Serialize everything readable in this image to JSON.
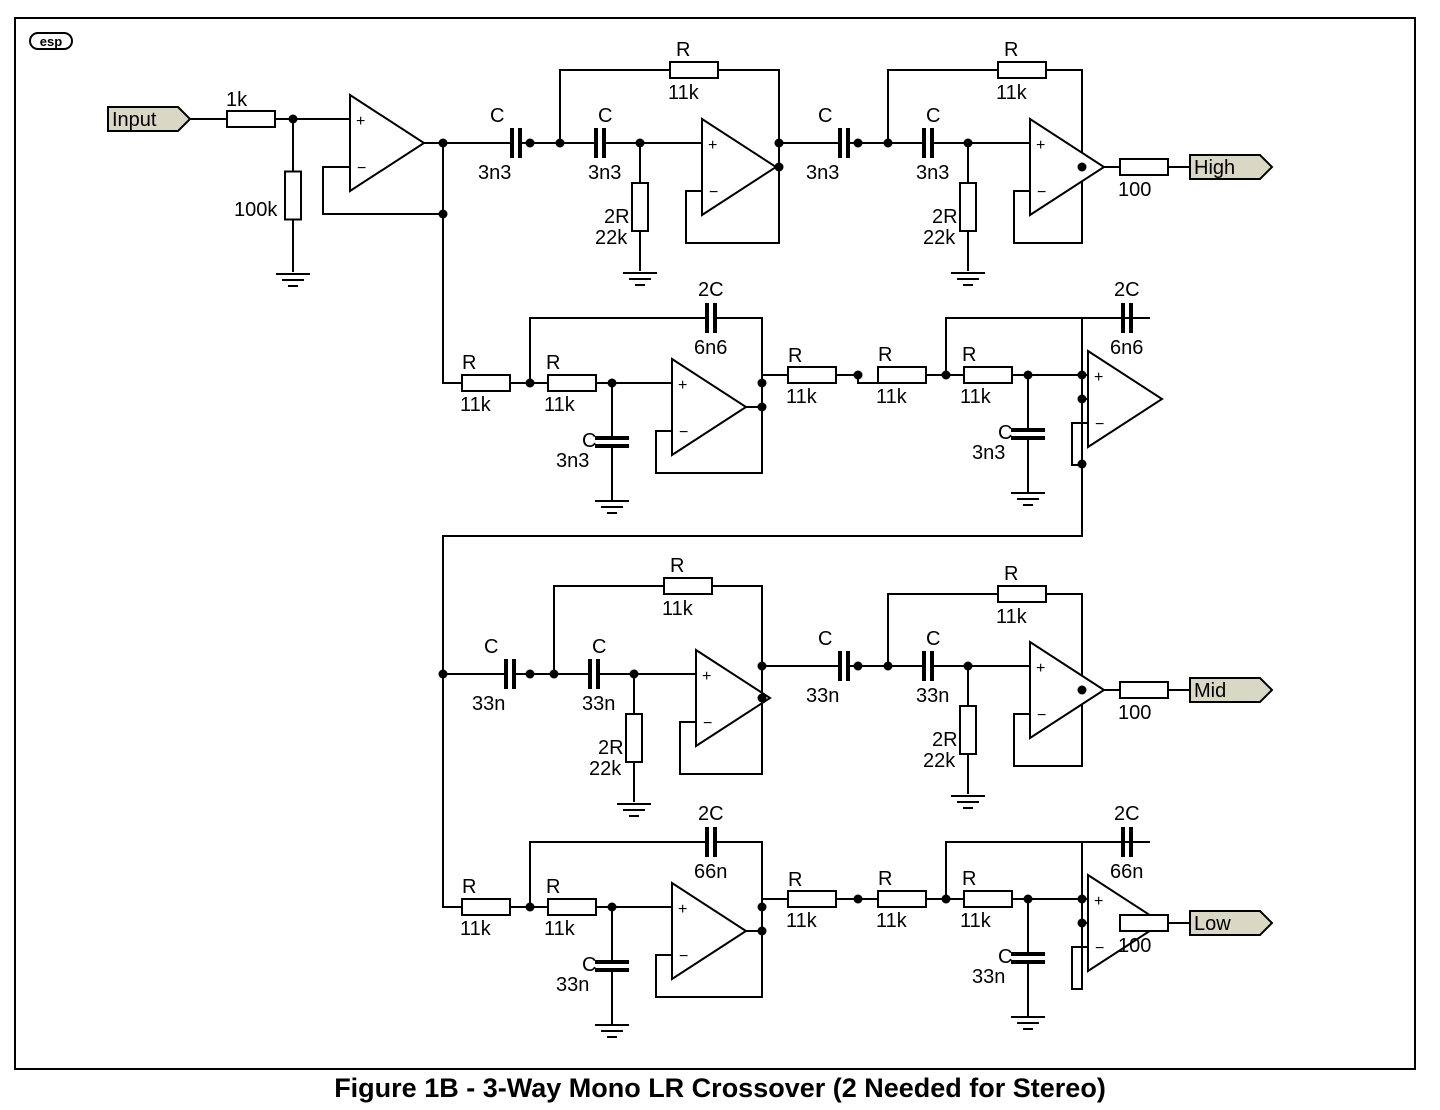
{
  "logo": {
    "text": "esp"
  },
  "caption": "Figure 1B - 3-Way Mono LR Crossover (2 Needed for Stereo)",
  "ports": {
    "input": "Input",
    "high": "High",
    "mid": "Mid",
    "low": "Low"
  },
  "labels": {
    "r_in": "1k",
    "r_bias": "100k",
    "r_out": "100",
    "R": "R",
    "C": "C",
    "two_R": "2R",
    "two_C": "2C",
    "v11k": "11k",
    "v22k": "22k",
    "v3n3": "3n3",
    "v6n6": "6n6",
    "v33n": "33n",
    "v66n": "66n"
  },
  "opamp": {
    "plus": "+",
    "minus": "−"
  }
}
